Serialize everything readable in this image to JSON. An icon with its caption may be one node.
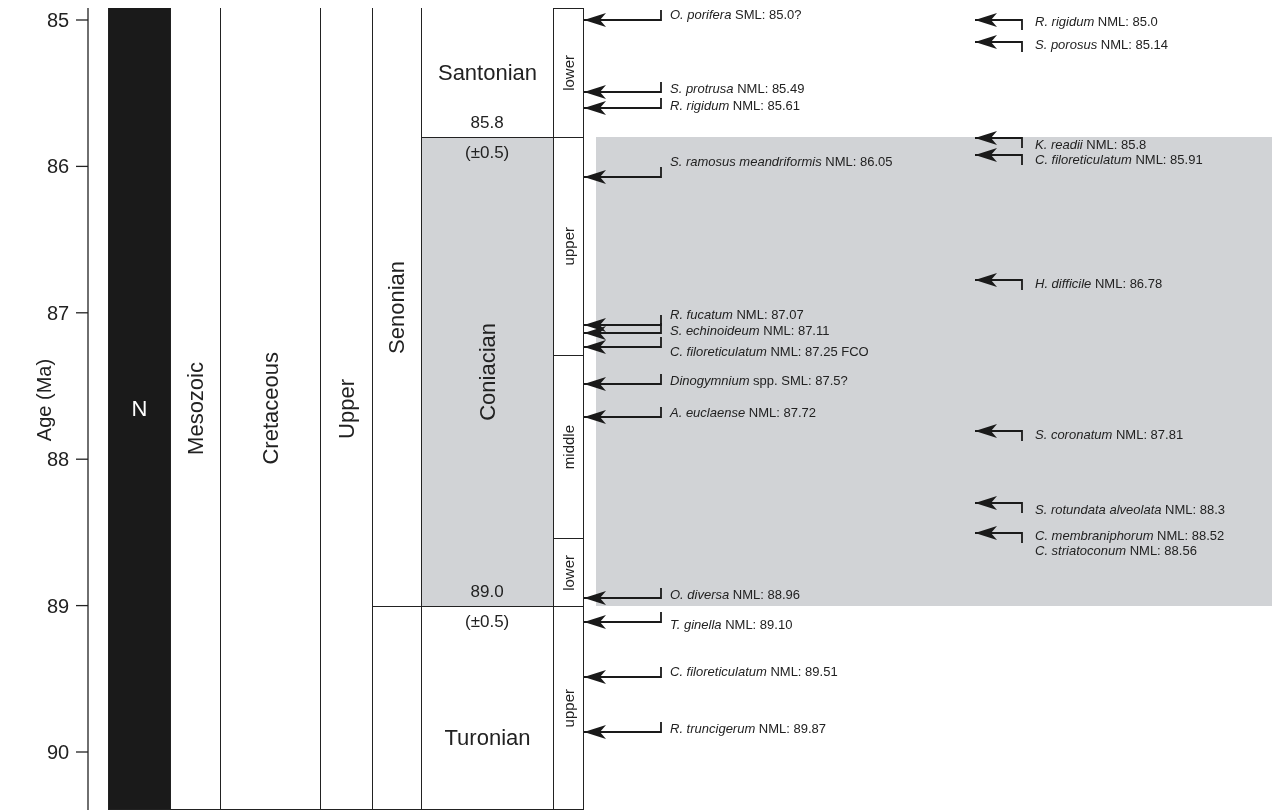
{
  "diagram": {
    "nodes": [
      {
        "text": [
          "N"
        ]
      },
      {
        "text": [
          "Mesozoic"
        ]
      },
      {
        "text": [
          "Cretaceous"
        ]
      },
      {
        "text": [
          "Upper"
        ]
      },
      {
        "text": [
          "Senonian"
        ]
      },
      {
        "text": [],
        "shape": "box"
      },
      {
        "text": [
          "Santonian"
        ]
      },
      {
        "text": [
          "Coniacian"
        ]
      },
      {
        "text": [
          "Turonian"
        ]
      },
      {
        "text": [
          "lower"
        ]
      },
      {
        "text": [
          "upper"
        ]
      },
      {
        "text": [
          "middle"
        ]
      },
      {
        "text": [
          "lower"
        ]
      },
      {
        "text": [
          "upper"
        ]
      },
      {
        "text": [
          "*O. porifera* SML: 85.0?"
        ]
      },
      {
        "text": [
          "*R. rigidum* NML: 85.0"
        ]
      },
      {
        "text": [
          "*S. porosus* NML: 85.14"
        ]
      },
      {
        "text": [
          "*S. protrusa* NML: 85.49"
        ]
      },
      {
        "text": [
          "*R. rigidum* NML: 85.61"
        ]
      },
      {
        "text": [
          "*K. readii* NML: 85.8"
        ]
      },
      {
        "text": [
          "*C. filoreticulatum* NML: 85.91"
        ]
      },
      {
        "text": [
          "*S. ramosus meandriformis* NML: 86.05"
        ]
      },
      {
        "text": [
          "*H. difficile* NML: 86.78"
        ]
      },
      {
        "text": [
          "*R. fucatum* NML: 87.07"
        ]
      },
      {
        "text": [
          "*S. echinoideum* NML: 87.11"
        ]
      },
      {
        "text": [
          "*C. filoreticulatum* NML: 87.25 FCO"
        ]
      },
      {
        "text": [
          "*Dinogymnium* spp. SML: 87.5?"
        ]
      },
      {
        "text": [
          "*A. euclaense* NML: 87.72"
        ]
      },
      {
        "text": [
          "*S. coronatum* NML: 87.81"
        ]
      },
      {
        "text": [
          "*S. rotundata alveolata* NML: 88.3"
        ]
      },
      {
        "text": [
          "*C. membraniphorum* NML: 88.52",
          "*C. striatoconum* NML: 88.56"
        ]
      },
      {
        "text": [
          "*O. diversa* NML: 88.96"
        ]
      },
      {
        "text": [
          "*T. ginella* NML: 89.10"
        ]
      },
      {
        "text": [
          "*C. filoreticulatum* NML: 89.51"
        ]
      },
      {
        "text": [
          "*R. truncigerum* NML: 89.87"
        ]
      }
    ],
    "edges": [
      {
        "from": 14,
        "to": 9,
        "arrow": "to"
      },
      {
        "from": 15,
        "to": null,
        "arrow": "to"
      },
      {
        "from": 16,
        "to": null,
        "arrow": "to"
      },
      {
        "from": 17,
        "to": 9,
        "arrow": "to"
      },
      {
        "from": 18,
        "to": 9,
        "arrow": "to"
      },
      {
        "from": 19,
        "to": null,
        "arrow": "to"
      },
      {
        "from": 20,
        "to": null,
        "arrow": "to"
      },
      {
        "from": 21,
        "to": 10,
        "arrow": "to"
      },
      {
        "from": 22,
        "to": null,
        "arrow": "to"
      },
      {
        "from": 23,
        "to": 10,
        "arrow": "to"
      },
      {
        "from": 24,
        "to": 10,
        "arrow": "to"
      },
      {
        "from": 25,
        "to": 11,
        "arrow": "to"
      },
      {
        "from": 26,
        "to": 11,
        "arrow": "to"
      },
      {
        "from": 27,
        "to": 11,
        "arrow": "to"
      },
      {
        "from": 28,
        "to": null,
        "arrow": "to"
      },
      {
        "from": 29,
        "to": null,
        "arrow": "to"
      },
      {
        "from": 30,
        "to": null,
        "arrow": "to"
      },
      {
        "from": 31,
        "to": 12,
        "arrow": "to"
      },
      {
        "from": 32,
        "to": 13,
        "arrow": "to"
      },
      {
        "from": 33,
        "to": 13,
        "arrow": "to"
      },
      {
        "from": 34,
        "to": 13,
        "arrow": "to"
      }
    ],
    "labels": [
      "Age (Ma)",
      "85",
      "86",
      "87",
      "88",
      "89",
      "90",
      "85.8",
      "(±0.5)",
      "89.0",
      "(±0.5)"
    ]
  }
}
